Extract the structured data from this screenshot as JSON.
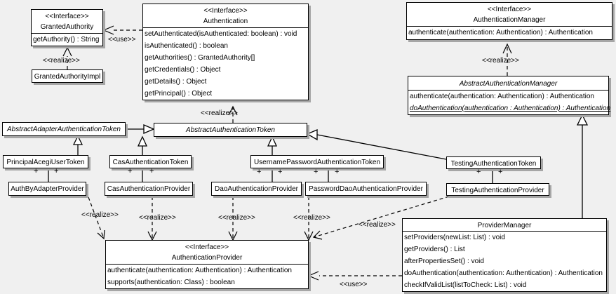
{
  "diagram": {
    "colors": {
      "background": "#f0f0f0",
      "box_fill": "#ffffff",
      "line": "#000000",
      "shadow": "#a6a6a6"
    },
    "labels": {
      "use": "<<use>>",
      "realize": "<<realize>>",
      "plus": "+"
    },
    "classes": {
      "granted_authority": {
        "stereotype": "<<Interface>>",
        "name": "GrantedAuthority",
        "methods": [
          "getAuthority() : String"
        ]
      },
      "granted_authority_impl": {
        "name": "GrantedAuthorityImpl"
      },
      "authentication": {
        "stereotype": "<<Interface>>",
        "name": "Authentication",
        "methods": [
          "setAuthenticated(isAuthenticated: boolean) : void",
          "isAuthenticated() : boolean",
          "getAuthorities() : GrantedAuthority[]",
          "getCredentials() : Object",
          "getDetails() : Object",
          "getPrincipal() : Object"
        ]
      },
      "authentication_manager": {
        "stereotype": "<<Interface>>",
        "name": "AuthenticationManager",
        "methods": [
          "authenticate(authentication: Authentication) : Authentication"
        ]
      },
      "abstract_authentication_manager": {
        "name": "AbstractAuthenticationManager",
        "methods": [
          "authenticate(authentication: Authentication) : Authentication",
          "doAuthentication(authentication : Authentication) : Authentication"
        ]
      },
      "abstract_adapter_authentication_token": {
        "name": "AbstractAdapterAuthenticationToken"
      },
      "abstract_authentication_token": {
        "name": "AbstractAuthenticationToken"
      },
      "principal_acegi_user_token": {
        "name": "PrincipalAcegiUserToken"
      },
      "cas_authentication_token": {
        "name": "CasAuthenticationToken"
      },
      "username_password_authentication_token": {
        "name": "UsernamePasswordAuthenticationToken"
      },
      "testing_authentication_token": {
        "name": "TestingAuthenticationToken"
      },
      "auth_by_adapter_provider": {
        "name": "AuthByAdapterProvider"
      },
      "cas_authentication_provider": {
        "name": "CasAuthenticationProvider"
      },
      "dao_authentication_provider": {
        "name": "DaoAuthenticationProvider"
      },
      "password_dao_authentication_provider": {
        "name": "PasswordDaoAuthenticationProvider"
      },
      "testing_authentication_provider": {
        "name": "TestingAuthenticationProvider"
      },
      "authentication_provider": {
        "stereotype": "<<Interface>>",
        "name": "AuthenticationProvider",
        "methods": [
          "authenticate(authentication: Authentication) : Authentication",
          "supports(authentication: Class) : boolean"
        ]
      },
      "provider_manager": {
        "name": "ProviderManager",
        "methods": [
          "setProviders(newList: List) : void",
          "getProviders() : List",
          "afterPropertiesSet() : void",
          "doAuthentication(authentication: Authentication) : Authentication",
          "checkIfValidList(listToCheck: List) : void"
        ]
      }
    }
  }
}
